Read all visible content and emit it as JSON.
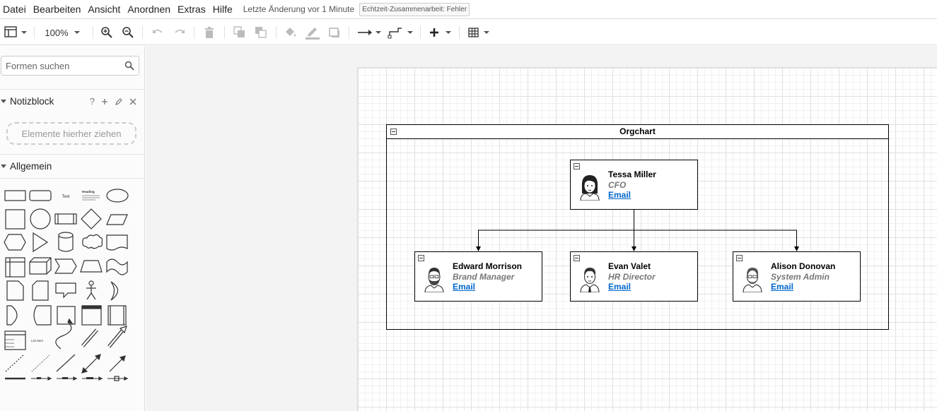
{
  "menu": {
    "items": [
      "Datei",
      "Bearbeiten",
      "Ansicht",
      "Anordnen",
      "Extras",
      "Hilfe"
    ],
    "last_change": "Letzte Änderung vor 1 Minute",
    "collab_status": "Echtzeit-Zusammenarbeit: Fehler"
  },
  "toolbar": {
    "zoom": "100%"
  },
  "sidebar": {
    "search_placeholder": "Formen suchen",
    "scratchpad": {
      "title": "Notizblock",
      "help": "?",
      "dropzone": "Elemente hierher ziehen"
    },
    "general": {
      "title": "Allgemein",
      "shape_text": "Text",
      "shape_heading": "Heading",
      "shape_list": "List Item"
    }
  },
  "diagram": {
    "container_title": "Orgchart",
    "people": [
      {
        "name": "Tessa Miller",
        "role": "CFO",
        "link": "Email"
      },
      {
        "name": "Edward Morrison",
        "role": "Brand Manager",
        "link": "Email"
      },
      {
        "name": "Evan Valet",
        "role": "HR Director",
        "link": "Email"
      },
      {
        "name": "Alison Donovan",
        "role": "System Admin",
        "link": "Email"
      }
    ]
  },
  "colors": {
    "link": "#0066cc",
    "role": "#777777",
    "border": "#000000"
  }
}
